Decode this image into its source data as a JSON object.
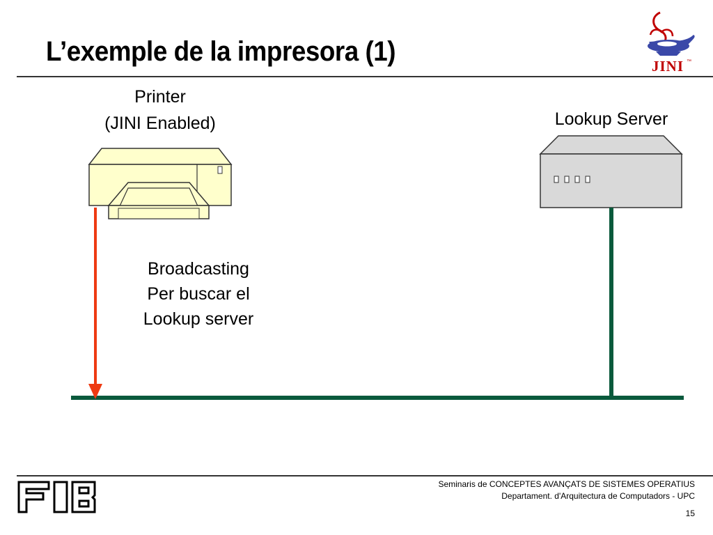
{
  "slide": {
    "title": "L’exemple de la impresora (1)",
    "page_number": "15"
  },
  "diagram": {
    "printer_label_line1": "Printer",
    "printer_label_line2": "(JINI Enabled)",
    "lookup_label": "Lookup Server",
    "broadcast_line1": "Broadcasting",
    "broadcast_line2": "Per buscar el",
    "broadcast_line3": "Lookup server"
  },
  "footer": {
    "line1": "Seminaris de CONCEPTES AVANÇATS DE SISTEMES OPERATIUS",
    "line2": "Departament.  d'Arquitectura de Computadors - UPC"
  },
  "logos": {
    "jini_text": "JINI",
    "fib_text": "FIB"
  },
  "colors": {
    "network_line": "#0a5a3c",
    "broadcast_arrow": "#ee3a12",
    "printer_fill": "#ffffcc",
    "server_fill": "#d9d9d9"
  }
}
